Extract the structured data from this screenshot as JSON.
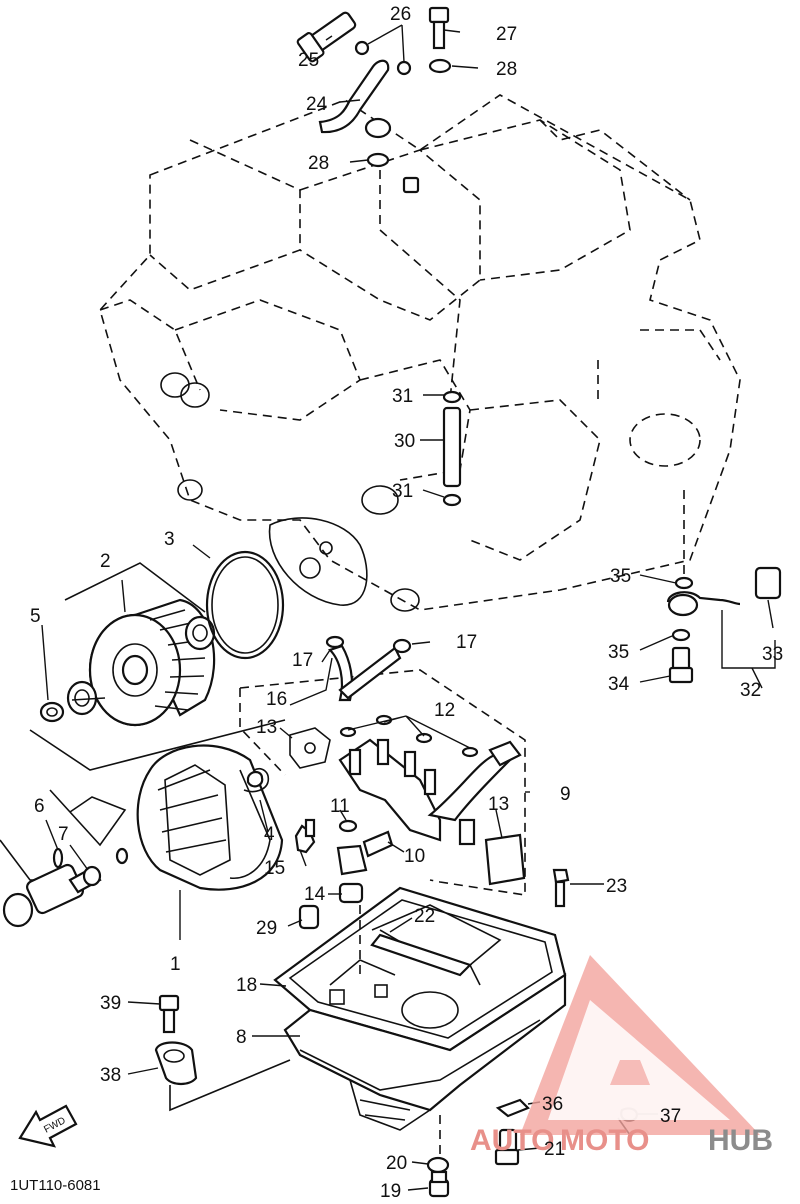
{
  "diagram": {
    "callouts": [
      "1",
      "2",
      "3",
      "4",
      "5",
      "6",
      "7",
      "8",
      "9",
      "10",
      "11",
      "12",
      "13",
      "13",
      "14",
      "15",
      "16",
      "17",
      "17",
      "18",
      "19",
      "20",
      "21",
      "22",
      "23",
      "24",
      "25",
      "26",
      "27",
      "28",
      "28",
      "29",
      "30",
      "31",
      "31",
      "32",
      "33",
      "34",
      "35",
      "35",
      "36",
      "37",
      "38",
      "39"
    ],
    "caption": "1UT110-6081",
    "fwd_label": "FWD"
  },
  "watermark": {
    "text_parts": [
      "AUTO",
      "MOTO",
      "HUB"
    ],
    "colors": {
      "primary": "#e8908a",
      "logo_fill": "#f2a49e",
      "hub": "#8c8c8c"
    }
  }
}
